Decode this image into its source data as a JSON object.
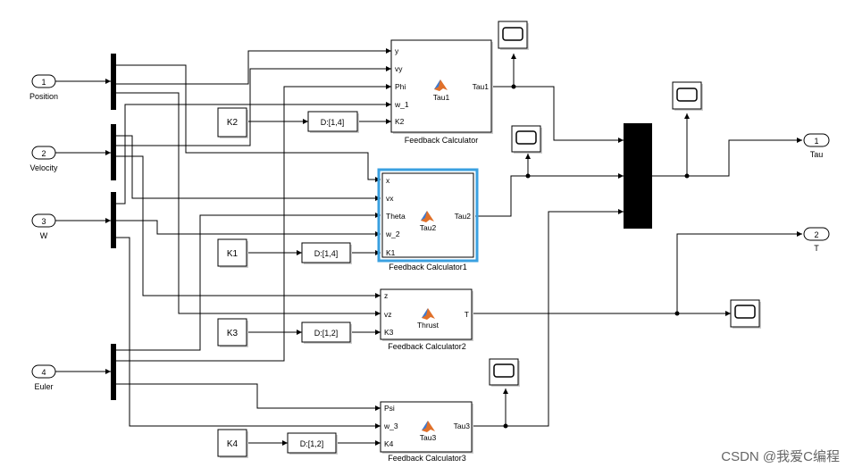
{
  "inports": [
    {
      "num": "1",
      "label": "Position"
    },
    {
      "num": "2",
      "label": "Velocity"
    },
    {
      "num": "3",
      "label": "W"
    },
    {
      "num": "4",
      "label": "Euler"
    }
  ],
  "outports": [
    {
      "num": "1",
      "label": "Tau"
    },
    {
      "num": "2",
      "label": "T"
    }
  ],
  "constants": [
    "K2",
    "K1",
    "K3",
    "K4"
  ],
  "reshapes": [
    "D:[1,4]",
    "D:[1,4]",
    "D:[1,2]",
    "D:[1,2]"
  ],
  "calculators": [
    {
      "title": "Feedback Calculator",
      "inputs": [
        "y",
        "vy",
        "Phi",
        "w_1",
        "K2"
      ],
      "output": "Tau1",
      "center": "Tau1"
    },
    {
      "title": "Feedback Calculator1",
      "inputs": [
        "x",
        "vx",
        "Theta",
        "w_2",
        "K1"
      ],
      "output": "Tau2",
      "center": "Tau2"
    },
    {
      "title": "Feedback Calculator2",
      "inputs": [
        "z",
        "vz",
        "K3"
      ],
      "output": "T",
      "center": "Thrust"
    },
    {
      "title": "Feedback Calculator3",
      "inputs": [
        "Psi",
        "w_3",
        "K4"
      ],
      "output": "Tau3",
      "center": "Tau3"
    }
  ],
  "watermark": "CSDN @我爱C编程",
  "colors": {
    "selected_block": "#3aa0e0",
    "matlab_icon": "#e0702a"
  }
}
